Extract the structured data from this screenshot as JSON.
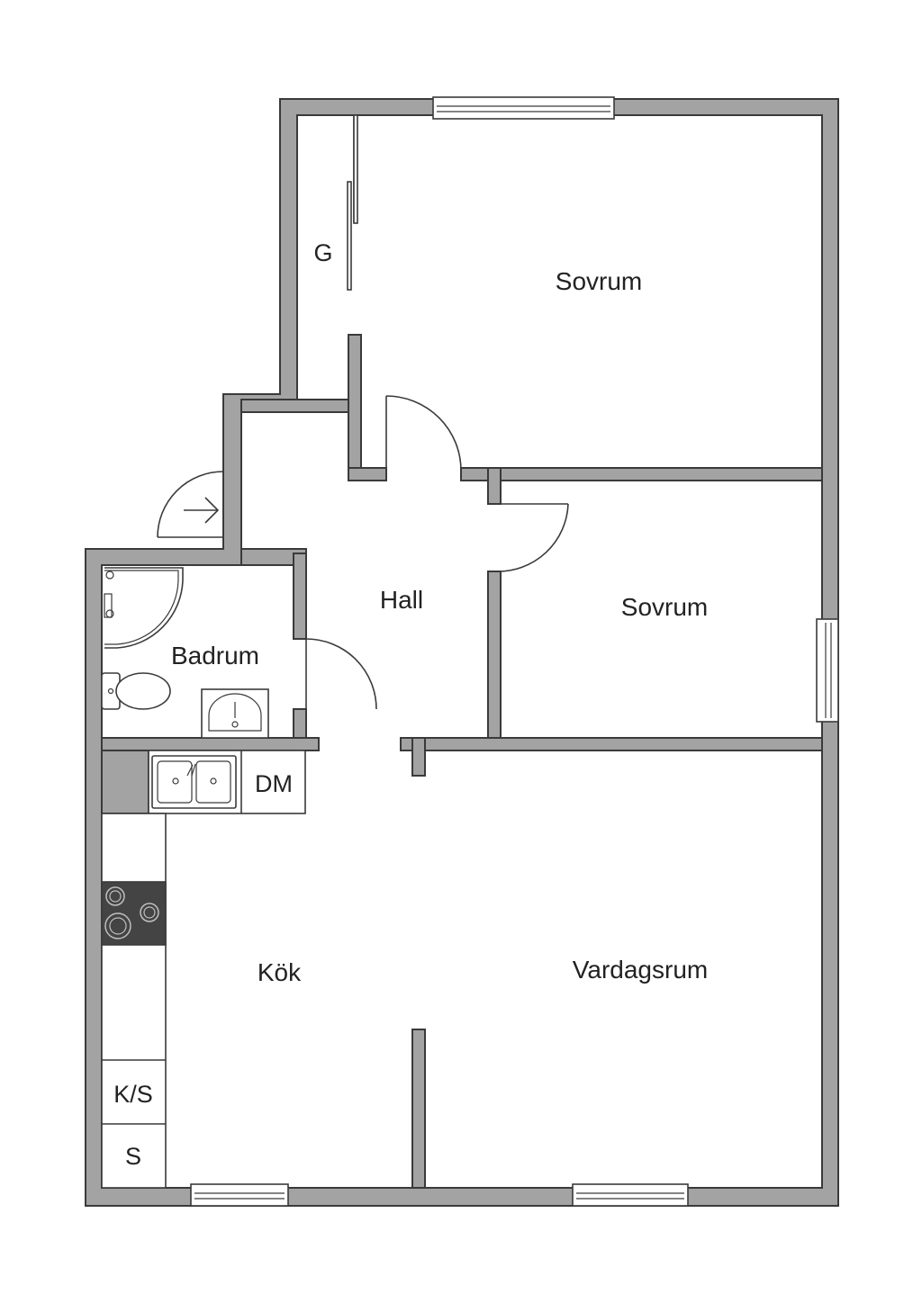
{
  "rooms": {
    "sovrum_top": "Sovrum",
    "sovrum_mid": "Sovrum",
    "hall": "Hall",
    "badrum": "Badrum",
    "kok": "Kök",
    "vardagsrum": "Vardagsrum"
  },
  "fixtures": {
    "garderob": "G",
    "diskmaskin": "DM",
    "kyl_frys": "K/S",
    "skafferi": "S"
  },
  "colors": {
    "wall_fill": "#a3a3a3",
    "line": "#3a3a3a",
    "background": "#ffffff",
    "stove": "#444444"
  }
}
